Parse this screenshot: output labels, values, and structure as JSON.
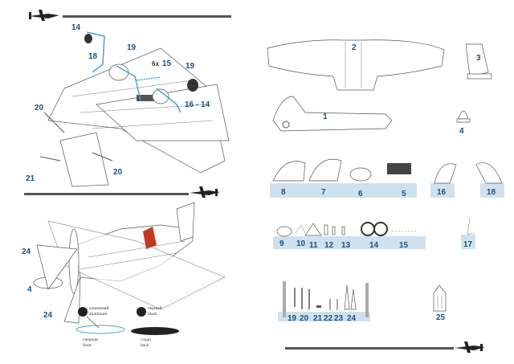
{
  "callouts": {
    "c14": "14",
    "c18": "18",
    "c19a": "19",
    "c6x": "6x",
    "c15": "15",
    "c19b": "19",
    "c16_14": "16 - 14",
    "c20a": "20",
    "c21": "21",
    "c20b": "20",
    "c24a": "24",
    "c4": "4",
    "c24b": "24"
  },
  "color_legend": {
    "aluminum_ru": "алюминий",
    "aluminum_en": "aluminum",
    "black_ru": "черный",
    "black_en": "black",
    "front_ru": "спереди",
    "front_en": "front",
    "back_ru": "сзади",
    "back_en": "back"
  },
  "parts": {
    "p1": "1",
    "p2": "2",
    "p3": "3",
    "p4": "4",
    "p8": "8",
    "p7": "7",
    "p6": "6",
    "p5": "5",
    "p16": "16",
    "p18": "18",
    "p9": "9",
    "p10": "10",
    "p11": "11",
    "p12": "12",
    "p13": "13",
    "p14": "14",
    "p15": "15",
    "p17": "17",
    "p19": "19",
    "p20": "20",
    "p21": "21",
    "p22": "22",
    "p23": "23",
    "p24": "24",
    "p25": "25"
  },
  "colors": {
    "label_blue": "#1a4f80",
    "bar_bg": "#cfe1ef",
    "seat_red": "#c03a20"
  }
}
